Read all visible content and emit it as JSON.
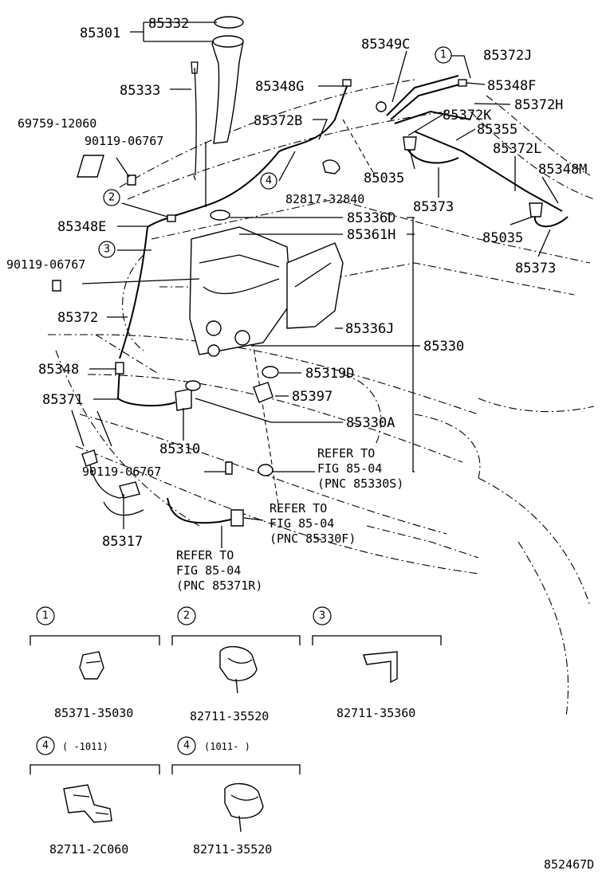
{
  "diagram_id": "852467D",
  "labels": {
    "p85301": "85301",
    "p85332": "85332",
    "p85333": "85333",
    "p69759": "69759-12060",
    "p90119_top": "90119-06767",
    "p85348E": "85348E",
    "p90119_mid": "90119-06767",
    "p85372": "85372",
    "p85348": "85348",
    "p85371": "85371",
    "p85310": "85310",
    "p90119_bot": "90119-06767",
    "p85317": "85317",
    "p85349C": "85349C",
    "p85372J": "85372J",
    "p85348G": "85348G",
    "p85348F": "85348F",
    "p85372H": "85372H",
    "p85372B": "85372B",
    "p85372K": "85372K",
    "p85355": "85355",
    "p85372L": "85372L",
    "p85035a": "85035",
    "p85348M": "85348M",
    "p82817": "82817-32840",
    "p85373a": "85373",
    "p85035b": "85035",
    "p85373b": "85373",
    "p85336D": "85336D",
    "p85361H": "85361H",
    "p85336J": "85336J",
    "p85330": "85330",
    "p85319D": "85319D",
    "p85397": "85397",
    "p85330A": "85330A"
  },
  "refs": [
    {
      "line1": "REFER TO",
      "line2": "FIG 85-04",
      "line3": "(PNC 85330S)"
    },
    {
      "line1": "REFER TO",
      "line2": "FIG 85-04",
      "line3": "(PNC 85330F)"
    },
    {
      "line1": "REFER TO",
      "line2": "FIG 85-04",
      "line3": "(PNC 85371R)"
    }
  ],
  "callouts": {
    "c1": "1",
    "c2": "2",
    "c3": "3",
    "c4": "4"
  },
  "details": [
    {
      "marker": "1",
      "range": "",
      "part": "85371-35030"
    },
    {
      "marker": "2",
      "range": "",
      "part": "82711-35520"
    },
    {
      "marker": "3",
      "range": "",
      "part": "82711-35360"
    },
    {
      "marker": "4",
      "range": "(      -1011)",
      "part": "82711-2C060"
    },
    {
      "marker": "4",
      "range": "(1011-     )",
      "part": "82711-35520"
    }
  ]
}
